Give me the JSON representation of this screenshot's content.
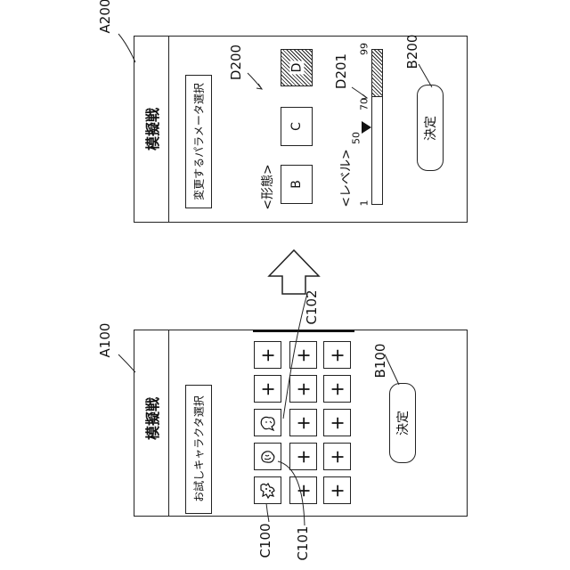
{
  "top_screen": {
    "ref": "A200",
    "header": "模擬戦",
    "subheader": "変更するパラメータ選択",
    "form_label": "<形態>",
    "forms": [
      {
        "label": "B"
      },
      {
        "label": "C"
      },
      {
        "label": "D"
      }
    ],
    "forms_ref": "D200",
    "level_label": "<レベル>",
    "level_ticks": {
      "min": "1",
      "current": "50",
      "mid": "70",
      "max": "99"
    },
    "level": {
      "min": 1,
      "max": 99,
      "current": 50,
      "upgrade_to": 70
    },
    "level_ref": "D201",
    "confirm_label": "決定",
    "confirm_ref": "B200"
  },
  "bottom_screen": {
    "ref": "A100",
    "header": "模擬戦",
    "subheader": "お試しキャラクタ選択",
    "grid": {
      "characters": [
        "character-1",
        "character-2",
        "character-3"
      ],
      "empty_symbol": "+"
    },
    "refs": {
      "first_char": "C100",
      "second_char": "C101",
      "third_char": "C102"
    },
    "confirm_label": "決定",
    "confirm_ref": "B100"
  }
}
